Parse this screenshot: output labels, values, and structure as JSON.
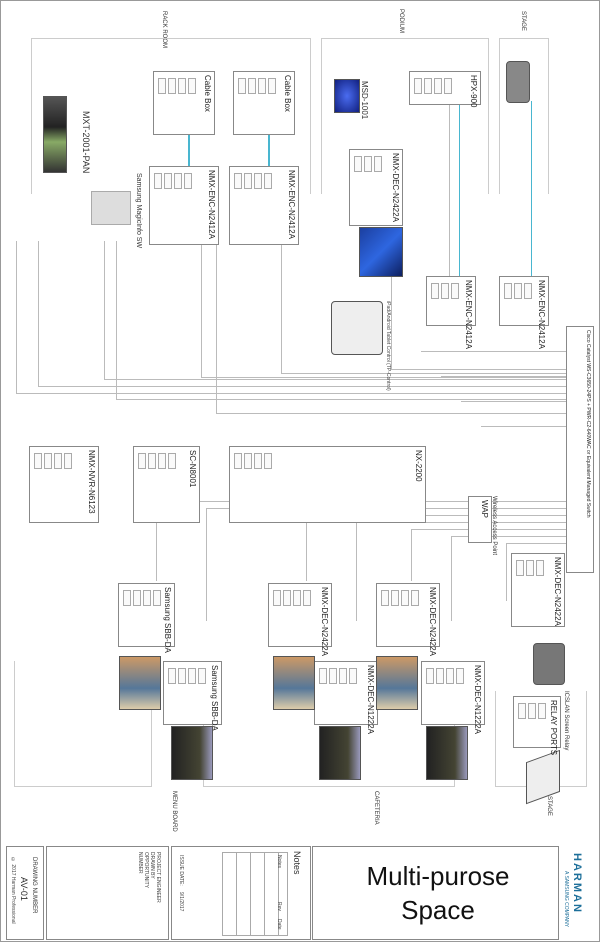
{
  "zones": {
    "rack_room": "RACK ROOM",
    "podium": "PODIUM",
    "stage_top": "STAGE",
    "menu_board": "MENU BOARD",
    "cafeteria": "CAFETERIA",
    "stage_bottom": "STAGE"
  },
  "devices": {
    "mxt": "MXT-2001-PAN",
    "magicinfo": "Samsung MagicInfo SW",
    "cable_box_1": "Cable Box",
    "cable_box_2": "Cable Box",
    "enc_rack_1": "NMX-ENC-N2412A",
    "enc_rack_2": "NMX-ENC-N2412A",
    "msd": "MSD-1001",
    "hpx": "HPX-900",
    "dec_podium": "NMX-DEC-N2422A",
    "ipad": "iPad/Android Tablet Control (TP-Control)",
    "enc_podium": "NMX-ENC-N2412A",
    "enc_stage": "NMX-ENC-N2412A",
    "switch": "Cisco Catalyst WS-C3650-24PS + PWR-C2-640WAC or Equivalent Managed Switch",
    "nvr": "NMX-NVR-N6123",
    "sc": "SC-N8001",
    "nx": "NX-2200",
    "wap_title": "Wireless Access Point",
    "wap": "WAP",
    "dec_stage": "NMX-DEC-N2422A",
    "relay_title": "ICSLAN Screen Relay",
    "relay": "RELAY PORTS",
    "dec_caf_1": "NMX-DEC-N2422A",
    "dec_caf_2": "NMX-DEC-N2422A",
    "dec1222_1": "NMX-DEC-N1222A",
    "dec1222_2": "NMX-DEC-N1222A",
    "sbb_1": "Samsung SBB-DA",
    "sbb_2": "Samsung SBB-DA"
  },
  "title_block": {
    "logo": "HARMAN",
    "logo_sub": "A SAMSUNG COMPANY",
    "title": "Multi-purose Space",
    "notes_heading": "Notes",
    "notes_cols": [
      "Notes",
      "Rev",
      "Date"
    ],
    "issue_date_label": "ISSUE DATE:",
    "issue_date": "9/1/2017",
    "project_fields": "PROJECT ENGINEER\nDRAWN BY\nOPPORTUNITY\nNUMBER",
    "drawing_number_label": "DRAWING NUMBER",
    "drawing_number": "AV-01",
    "copyright": "© 2017 Harman Professional"
  },
  "colors": {
    "accent": "#49b6d0",
    "logo": "#1d6f9a"
  }
}
